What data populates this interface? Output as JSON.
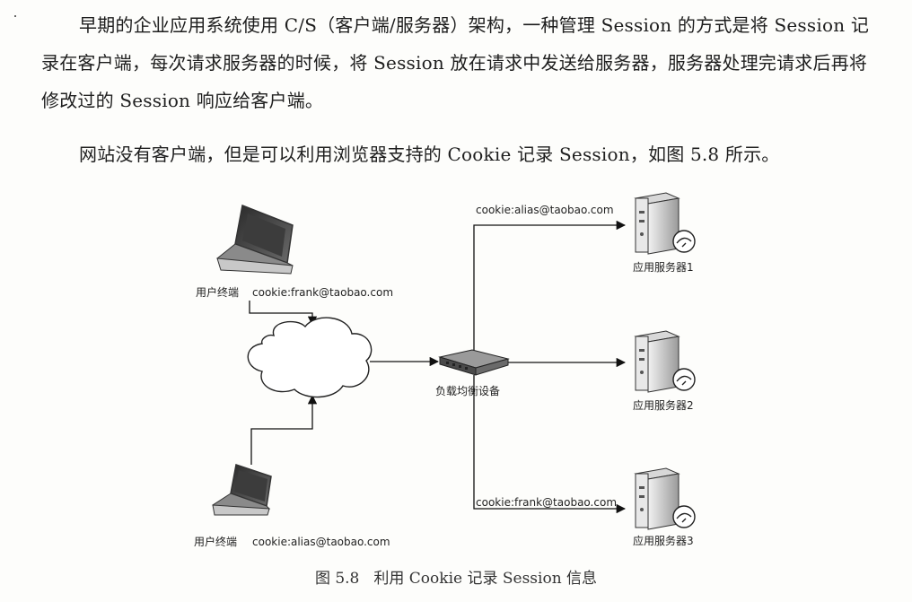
{
  "paragraphs": [
    "早期的企业应用系统使用 C/S（客户端/服务器）架构，一种管理 Session 的方式是将 Session 记录在客户端，每次请求服务器的时候，将 Session 放在请求中发送给服务器，服务器处理完请求后再将修改过的 Session 响应给客户端。",
    "网站没有客户端，但是可以利用浏览器支持的 Cookie 记录 Session，如图 5.8 所示。"
  ],
  "figure": {
    "client_top_label": "用户终端",
    "client_top_cookie": "cookie:frank@taobao.com",
    "client_bottom_label": "用户终端",
    "client_bottom_cookie": "cookie:alias@taobao.com",
    "load_balancer_label": "负载均衡设备",
    "server_1_cookie": "cookie:alias@taobao.com",
    "server_3_cookie": "cookie:frank@taobao.com",
    "servers": [
      "应用服务器1",
      "应用服务器2",
      "应用服务器3"
    ]
  },
  "caption": {
    "number": "图 5.8",
    "text": "利用 Cookie 记录 Session 信息"
  }
}
